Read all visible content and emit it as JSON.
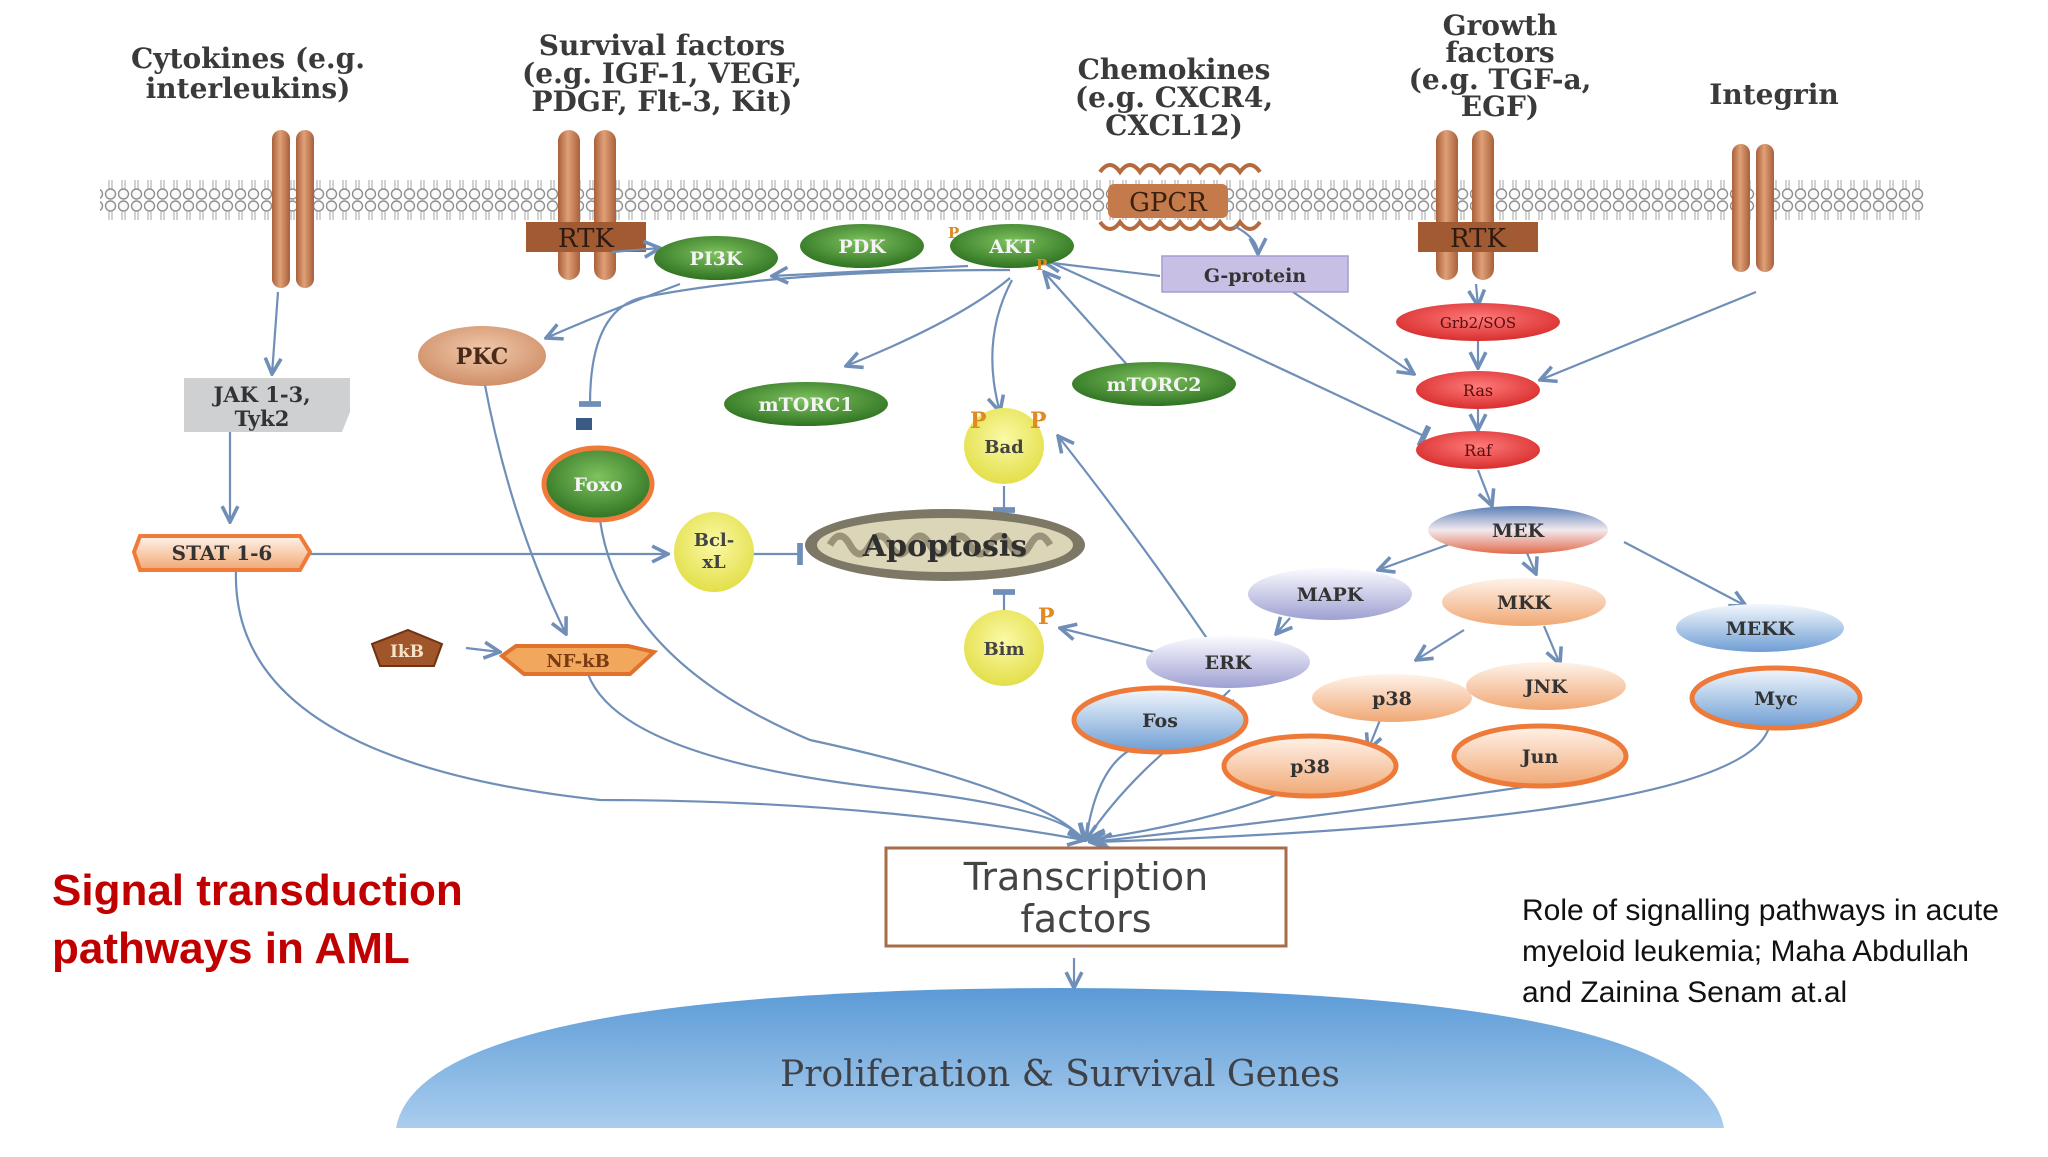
{
  "slide": {
    "title_lines": [
      "Signal transduction",
      "pathways in AML"
    ],
    "citation_lines": [
      "Role of signalling pathways in acute",
      "myeloid leukemia; Maha Abdullah",
      "and Zainina Senam at.al"
    ]
  },
  "diagram": {
    "headers": {
      "cytokines": [
        "Cytokines (e.g.",
        "interleukins)"
      ],
      "survival": [
        "Survival factors",
        "(e.g. IGF-1, VEGF,",
        "PDGF, Flt-3, Kit)"
      ],
      "chemokines": [
        "Chemokines",
        "(e.g. CXCR4,",
        "CXCL12)"
      ],
      "growth": [
        "Growth",
        "factors",
        "(e.g. TGF-a,",
        "EGF)"
      ],
      "integrin": [
        "Integrin"
      ]
    },
    "receptors": {
      "rtk_left": "RTK",
      "rtk_right": "RTK",
      "gpcr": "GPCR"
    },
    "nodes": {
      "pi3k": "PI3K",
      "pdk": "PDK",
      "akt": "AKT",
      "g_protein": "G-protein",
      "grb2": "Grb2/SOS",
      "ras": "Ras",
      "raf": "Raf",
      "pkc": "PKC",
      "jak": [
        "JAK 1-3,",
        "Tyk2"
      ],
      "mtorc1": "mTORC1",
      "mtorc2": "mTORC2",
      "bad": "Bad",
      "foxo": "Foxo",
      "stat": "STAT 1-6",
      "bclxl": [
        "Bcl-",
        "xL"
      ],
      "apoptosis": "Apoptosis",
      "mek": "MEK",
      "mapk": "MAPK",
      "mkk": "MKK",
      "mekk": "MEKK",
      "bim": "Bim",
      "erk": "ERK",
      "ikb": "IkB",
      "nfkb": "NF-kB",
      "fos": "Fos",
      "p38_upper": "p38",
      "jnk": "JNK",
      "myc": "Myc",
      "p38_lower": "p38",
      "jun": "Jun"
    },
    "phospho_mark": "P",
    "transcription": [
      "Transcription",
      "factors"
    ],
    "genes": "Proliferation & Survival Genes"
  },
  "colors": {
    "title": "#c00000",
    "receptor": "#c47a4a",
    "green_node": "#3f8a2e",
    "red_node": "#e64545",
    "yellow_node": "#ece95a",
    "orange_node": "#f3b285",
    "lavender_node": "#b7b8de",
    "blue_node": "#7ea8d6",
    "arrow": "#6f8fb8",
    "genes_dome": "#5b9ad6"
  }
}
